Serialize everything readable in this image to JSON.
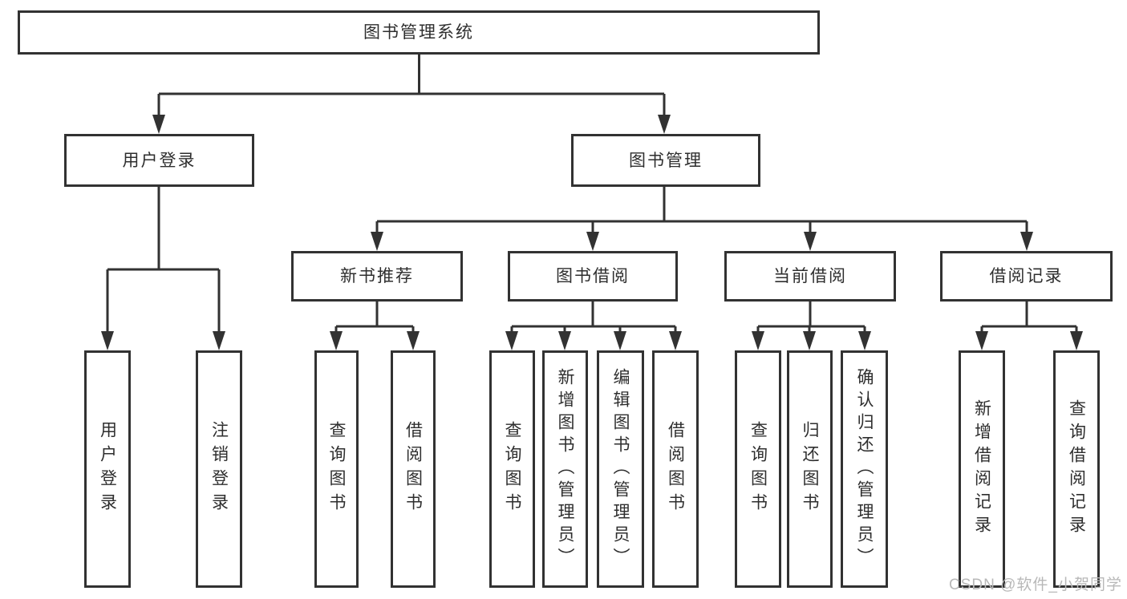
{
  "diagram_type": "functional-structure-tree",
  "tree": {
    "label": "图书管理系统",
    "children": [
      {
        "label": "用户登录",
        "children": [
          {
            "label": "用户登录"
          },
          {
            "label": "注销登录"
          }
        ]
      },
      {
        "label": "图书管理",
        "children": [
          {
            "label": "新书推荐",
            "children": [
              {
                "label": "查询图书"
              },
              {
                "label": "借阅图书"
              }
            ]
          },
          {
            "label": "图书借阅",
            "children": [
              {
                "label": "查询图书"
              },
              {
                "label": "新增图书（管理员）"
              },
              {
                "label": "编辑图书（管理员）"
              },
              {
                "label": "借阅图书"
              }
            ]
          },
          {
            "label": "当前借阅",
            "children": [
              {
                "label": "查询图书"
              },
              {
                "label": "归还图书"
              },
              {
                "label": "确认归还（管理员）"
              }
            ]
          },
          {
            "label": "借阅记录",
            "children": [
              {
                "label": "新增借阅记录"
              },
              {
                "label": "查询借阅记录"
              }
            ]
          }
        ]
      }
    ]
  },
  "watermark": {
    "text": "CSDN @软件_小贺同学"
  },
  "colors": {
    "line": "#323232",
    "text": "#2e2e2e",
    "watermark": "#b8b8b8",
    "background": "#ffffff"
  }
}
